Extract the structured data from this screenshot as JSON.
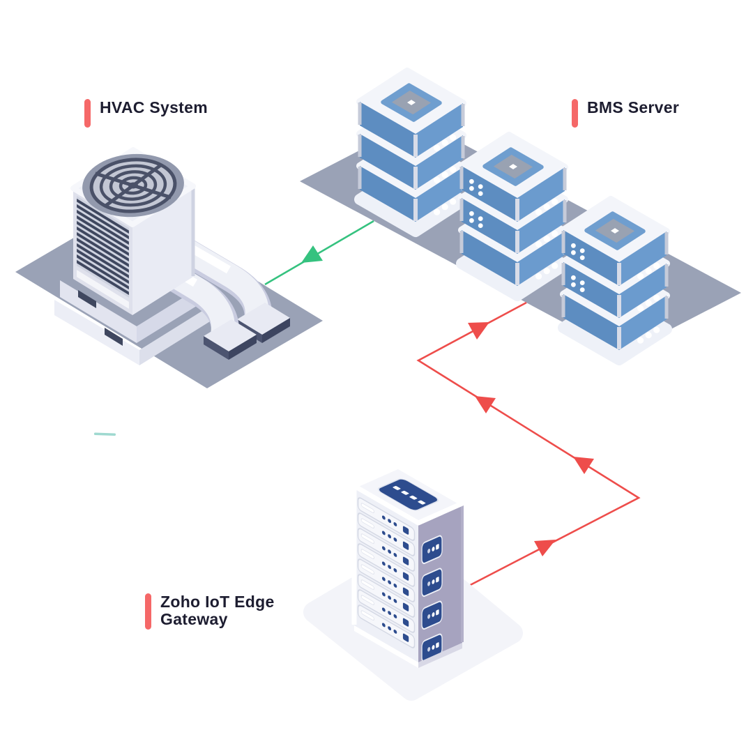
{
  "colors": {
    "accent_red": "#f56868",
    "arrow_red": "#ee4d4b",
    "arrow_green": "#35c27f",
    "platform": "#9aa2b6",
    "server_blue": "#6b9bce",
    "server_blue_dark": "#5d8dc1",
    "panel_navy": "#2d4c8e",
    "tower_side": "#a6a3bf",
    "text_color": "#1d1d30",
    "teal_dash": "#9fd9d0"
  },
  "diagram": {
    "nodes": [
      {
        "id": "hvac-system",
        "label": "HVAC System"
      },
      {
        "id": "bms-server",
        "label": "BMS Server"
      },
      {
        "id": "zoho-iot-edge-gateway",
        "label": "Zoho IoT Edge Gateway",
        "label_lines": [
          "Zoho IoT Edge",
          "Gateway"
        ]
      }
    ],
    "connections": [
      {
        "from": "bms-server",
        "to": "hvac-system",
        "color_key": "arrow_green",
        "style": "straight",
        "arrowheads": 1
      },
      {
        "from": "zoho-iot-edge-gateway",
        "to": "bms-server",
        "color_key": "arrow_red",
        "style": "zigzag",
        "arrowheads": 4
      }
    ]
  }
}
